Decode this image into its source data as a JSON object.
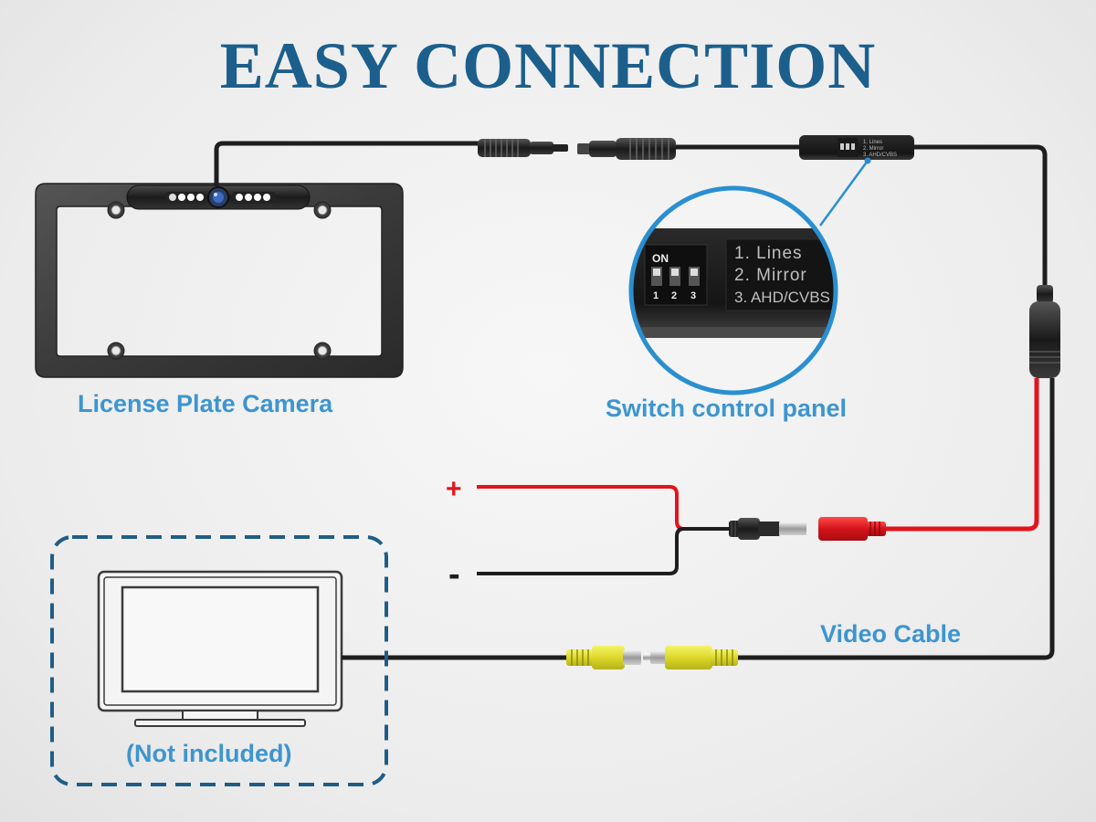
{
  "title": "EASY CONNECTION",
  "labels": {
    "camera": "License Plate Camera",
    "switch_panel": "Switch control panel",
    "video_cable": "Video Cable",
    "monitor_note": "(Not included)",
    "positive": "+",
    "negative": "-"
  },
  "switch_panel": {
    "on_label": "ON",
    "numbers": [
      "1",
      "2",
      "3"
    ],
    "options": [
      "1. Lines",
      "2. Mirror",
      "3. AHD/CVBS"
    ]
  },
  "colors": {
    "title": "#1c5f8c",
    "label": "#3d95cf",
    "wire": "#1e1e1e",
    "power_wire": "#e3141b",
    "rca": "#e3e02a",
    "dashed_box": "#1f5d86"
  }
}
